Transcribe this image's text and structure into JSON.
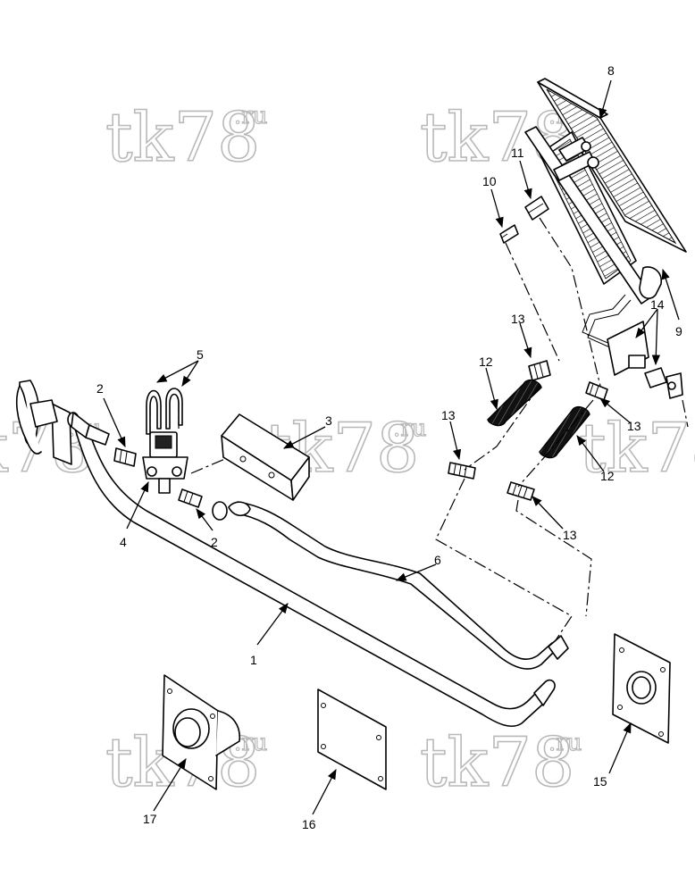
{
  "watermark": {
    "main": "tk78",
    "suffix": ".ru"
  },
  "callouts": [
    {
      "id": "c1",
      "label": "1"
    },
    {
      "id": "c2a",
      "label": "2"
    },
    {
      "id": "c2b",
      "label": "2"
    },
    {
      "id": "c3",
      "label": "3"
    },
    {
      "id": "c4",
      "label": "4"
    },
    {
      "id": "c5",
      "label": "5"
    },
    {
      "id": "c6",
      "label": "6"
    },
    {
      "id": "c8",
      "label": "8"
    },
    {
      "id": "c9",
      "label": "9"
    },
    {
      "id": "c10",
      "label": "10"
    },
    {
      "id": "c11",
      "label": "11"
    },
    {
      "id": "c12a",
      "label": "12"
    },
    {
      "id": "c12b",
      "label": "12"
    },
    {
      "id": "c13a",
      "label": "13"
    },
    {
      "id": "c13b",
      "label": "13"
    },
    {
      "id": "c13c",
      "label": "13"
    },
    {
      "id": "c13d",
      "label": "13"
    },
    {
      "id": "c13e",
      "label": "13"
    },
    {
      "id": "c14",
      "label": "14"
    },
    {
      "id": "c15",
      "label": "15"
    },
    {
      "id": "c16",
      "label": "16"
    },
    {
      "id": "c17",
      "label": "17"
    }
  ],
  "icons": {
    "heater_core": "heater-core-icon",
    "solenoid_valve": "solenoid-valve-icon",
    "hose": "hose-icon",
    "grommet_plate": "grommet-plate-icon",
    "cover_plate": "cover-plate-icon"
  }
}
